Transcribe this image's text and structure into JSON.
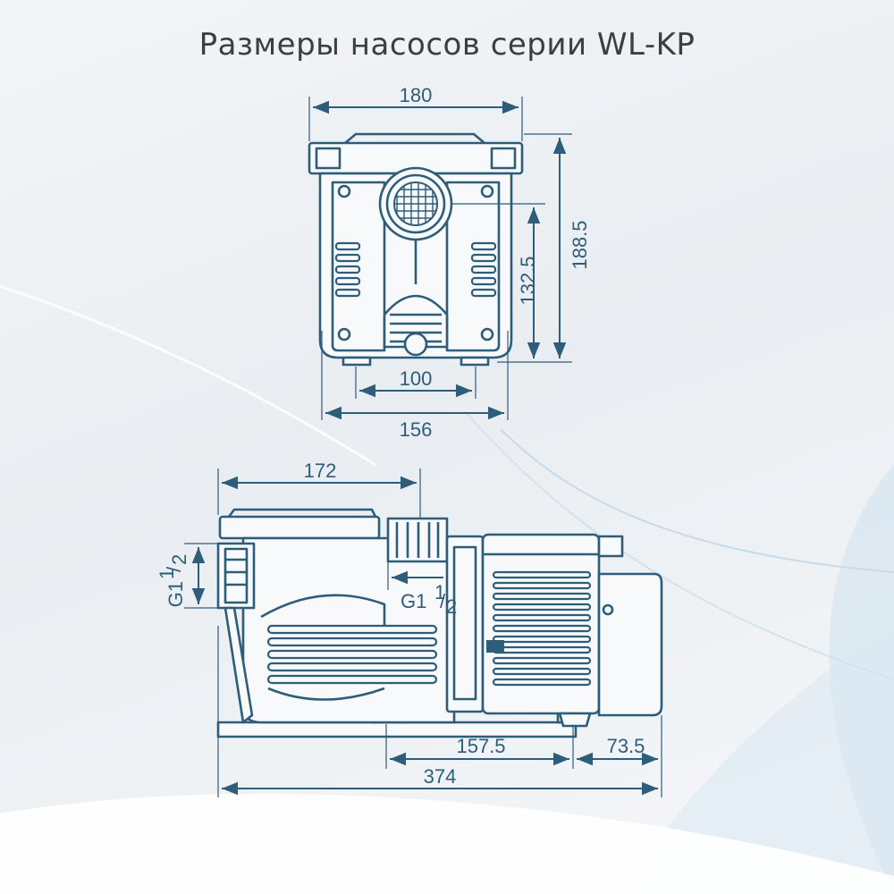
{
  "title": "Размеры насосов серии WL-KP",
  "dimensions": {
    "top_width": "180",
    "height_total": "188.5",
    "height_axis": "132.5",
    "base_inner": "100",
    "base_outer": "156",
    "side_top": "172",
    "inlet_thread": "G1",
    "outlet_thread": "G1",
    "thread_fraction_num": "1",
    "thread_fraction_den": "2",
    "foot_span": "157.5",
    "foot_to_end": "73.5",
    "total_length": "374"
  },
  "colors": {
    "line": "#2e5d7a",
    "background": "#eef1f4",
    "title": "#3a3f45"
  }
}
